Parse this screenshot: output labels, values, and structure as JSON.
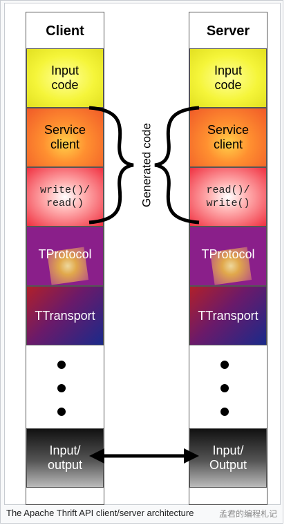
{
  "client": {
    "title": "Client",
    "input_code": [
      "Input",
      "code"
    ],
    "service_client": [
      "Service",
      "client"
    ],
    "rw": [
      "write()/",
      "read()"
    ],
    "tprotocol": "TProtocol",
    "ttransport": "TTransport",
    "io": [
      "Input/",
      "output"
    ]
  },
  "server": {
    "title": "Server",
    "input_code": [
      "Input",
      "code"
    ],
    "service_client": [
      "Service",
      "client"
    ],
    "rw": [
      "read()/",
      "write()"
    ],
    "tprotocol": "TProtocol",
    "ttransport": "TTransport",
    "io": [
      "Input/",
      "Output"
    ]
  },
  "generated_code_label": "Generated code",
  "caption": "The Apache Thrift API client/server architecture",
  "watermark": "孟君的编程札记"
}
